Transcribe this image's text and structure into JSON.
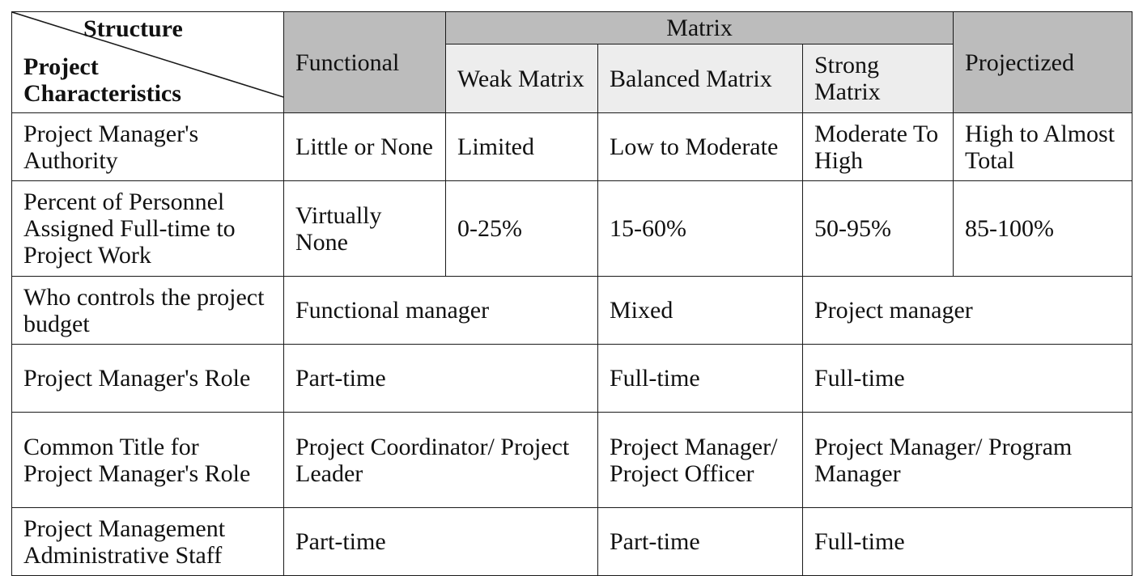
{
  "table": {
    "corner": {
      "structure_label": "Structure",
      "characteristics_line1": "Project",
      "characteristics_line2": "Characteristics"
    },
    "headers": {
      "functional": "Functional",
      "matrix": "Matrix",
      "weak_matrix": "Weak Matrix",
      "balanced_matrix": "Balanced Matrix",
      "strong_matrix": "Strong Matrix",
      "projectized": "Projectized"
    },
    "rows": [
      {
        "label": "Project Manager's Authority",
        "functional": "Little or None",
        "weak": "Limited",
        "balanced": "Low to Moderate",
        "strong": "Moderate To High",
        "projectized": "High to Almost Total"
      },
      {
        "label": "Percent of Personnel Assigned Full-time to Project Work",
        "functional": "Virtually None",
        "weak": "0-25%",
        "balanced": "15-60%",
        "strong": "50-95%",
        "projectized": "85-100%"
      },
      {
        "label": "Who controls the project budget",
        "functional_weak": "Functional manager",
        "balanced": "Mixed",
        "strong_projectized": "Project manager"
      },
      {
        "label": "Project Manager's Role",
        "functional_weak": "Part-time",
        "balanced": "Full-time",
        "strong_projectized": "Full-time"
      },
      {
        "label": "Common Title for Project Manager's Role",
        "functional_weak": "Project Coordinator/ Project Leader",
        "balanced": "Project Manager/ Project Officer",
        "strong_projectized": "Project Manager/ Program Manager"
      },
      {
        "label": "Project Management Administrative Staff",
        "functional_weak": "Part-time",
        "balanced": "Part-time",
        "strong_projectized": "Full-time"
      }
    ]
  }
}
